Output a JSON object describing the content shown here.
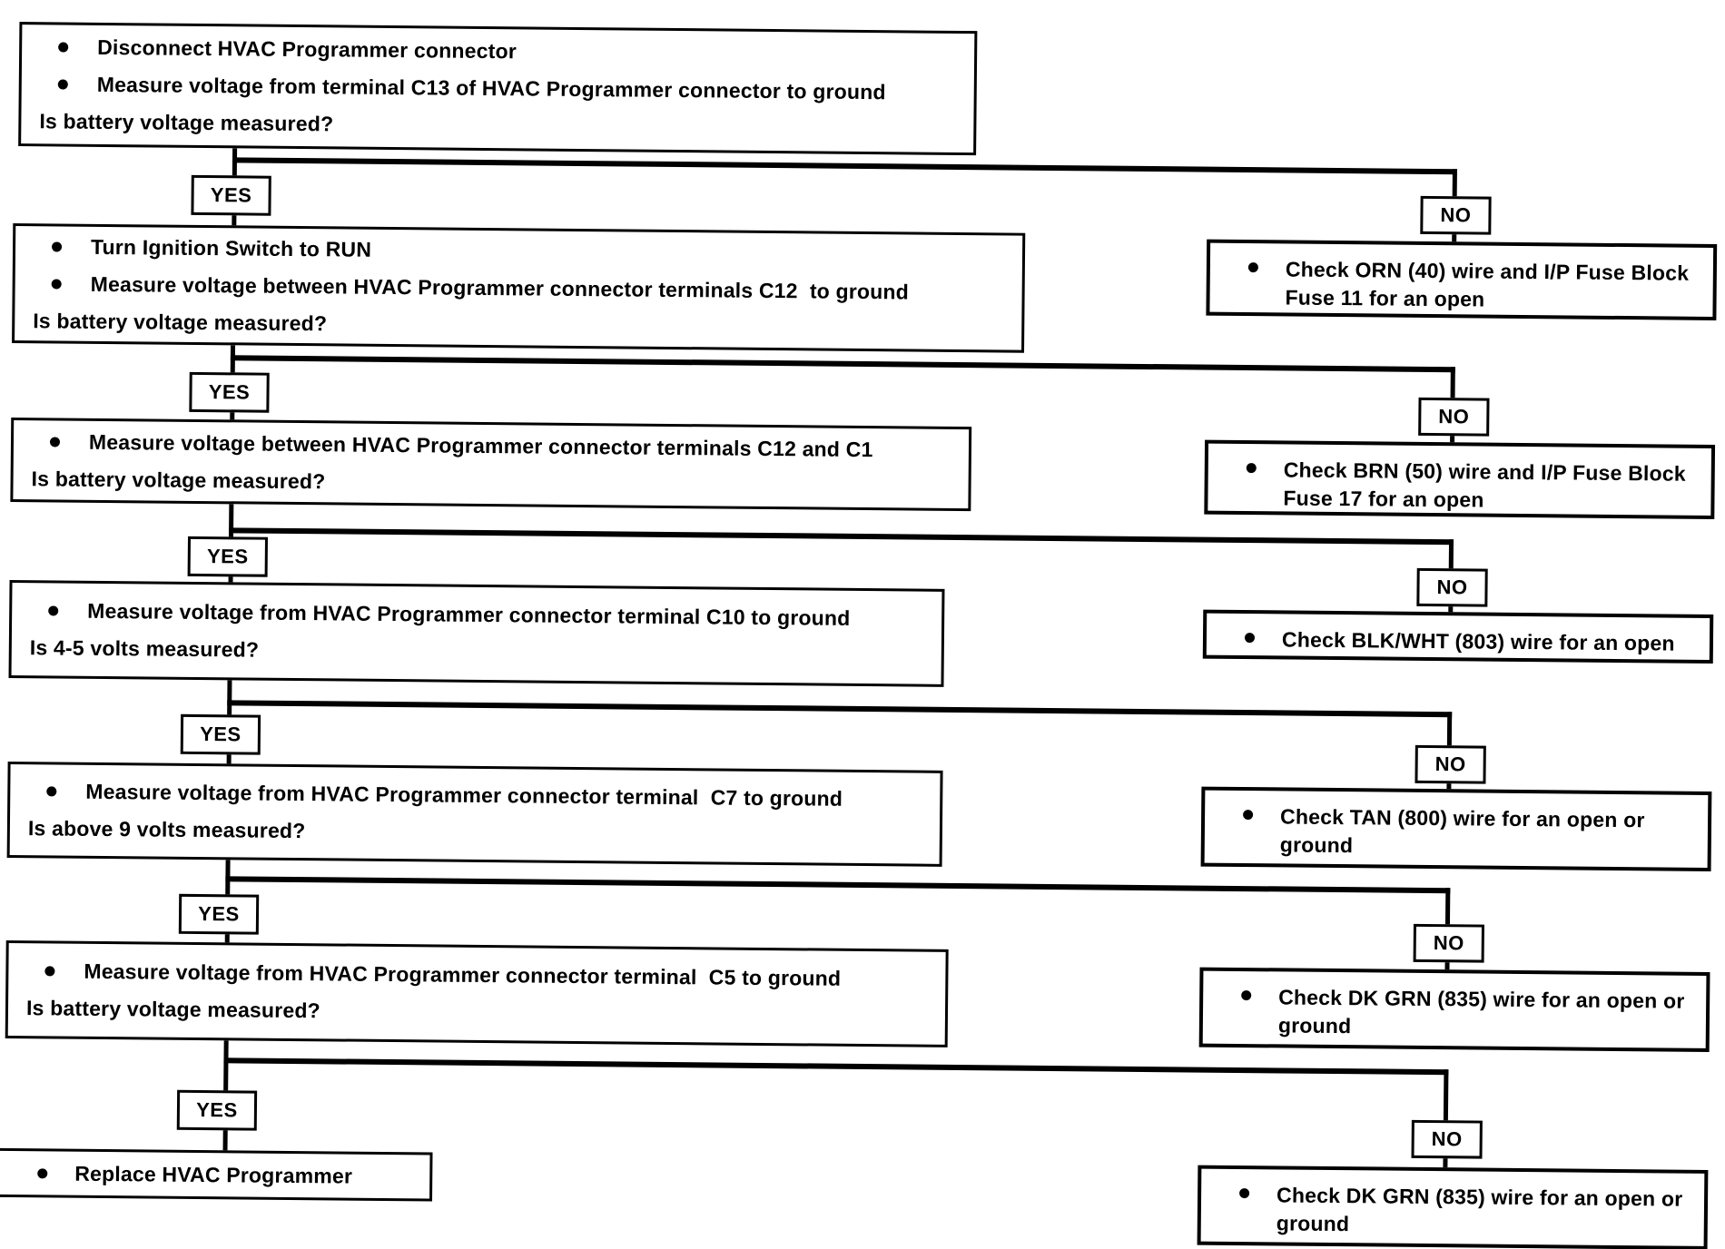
{
  "flowchart": {
    "yes_label": "YES",
    "no_label": "NO",
    "final_action": "Replace HVAC Programmer",
    "colors": {
      "ink": "#000000",
      "paper": "#ffffff"
    },
    "steps": [
      {
        "bullets": [
          "Disconnect HVAC Programmer connector",
          "Measure voltage from terminal C13 of HVAC Programmer connector to ground"
        ],
        "prompt": "Is battery voltage measured?",
        "no_action": "Check ORN (40) wire and I/P Fuse Block Fuse 11 for an open"
      },
      {
        "bullets": [
          "Turn Ignition Switch to RUN",
          "Measure voltage between HVAC Programmer connector terminals C12  to ground"
        ],
        "prompt": "Is battery voltage measured?",
        "no_action": "Check BRN (50) wire and I/P Fuse Block Fuse 17 for an open"
      },
      {
        "bullets": [
          "Measure voltage between HVAC Programmer connector terminals C12 and C1"
        ],
        "prompt": "Is battery voltage measured?",
        "no_action": "Check BLK/WHT (803) wire for an open"
      },
      {
        "bullets": [
          "Measure voltage from HVAC Programmer connector terminal C10 to ground"
        ],
        "prompt": "Is 4-5 volts measured?",
        "no_action": "Check TAN (800) wire for an open or ground"
      },
      {
        "bullets": [
          "Measure voltage from HVAC Programmer connector terminal  C7 to ground"
        ],
        "prompt": "Is above 9 volts measured?",
        "no_action": "Check DK GRN (835) wire for an open or ground"
      },
      {
        "bullets": [
          "Measure voltage from HVAC Programmer connector terminal  C5 to ground"
        ],
        "prompt": "Is battery voltage measured?",
        "no_action": "Check DK GRN (835) wire for an open or ground"
      }
    ]
  }
}
